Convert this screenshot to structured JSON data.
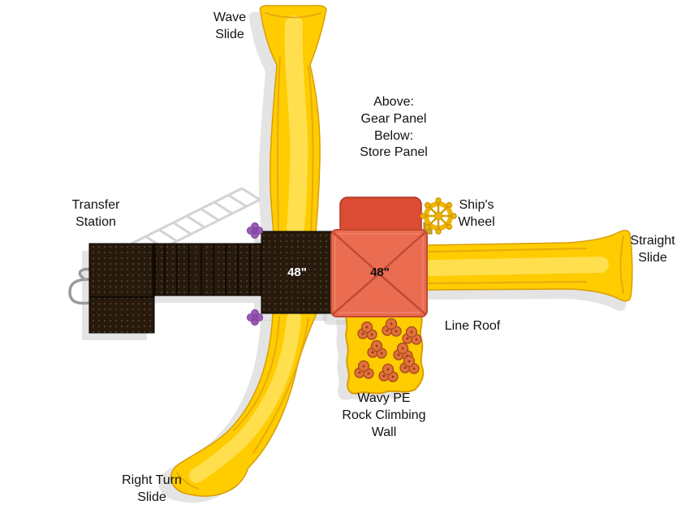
{
  "diagram": {
    "title": "Playground structure top view",
    "labels": {
      "wave_slide": "Wave\nSlide",
      "panels": "Above:\nGear Panel\nBelow:\nStore Panel",
      "transfer_station": "Transfer\nStation",
      "ships_wheel": "Ship's\nWheel",
      "straight_slide": "Straight\nSlide",
      "line_roof": "Line Roof",
      "climbing_wall": "Wavy PE\nRock Climbing\nWall",
      "right_turn_slide": "Right Turn\nSlide",
      "deck_left_size": "48\"",
      "deck_roof_size": "48\""
    }
  },
  "colors": {
    "slide_yellow": "#FFCC00",
    "slide_edge": "#D89E00",
    "slide_highlight": "#FFDF52",
    "deck_brown": "#271A0D",
    "roof_orange": "#EA6C51",
    "roof_line": "#C04A32",
    "panel_red": "#DC4B33",
    "rock_orange": "#E2703A",
    "connector_purple": "#9B59B6",
    "wheel_yellow": "#EFB300",
    "shadow_gray": "#C9C9C9"
  }
}
